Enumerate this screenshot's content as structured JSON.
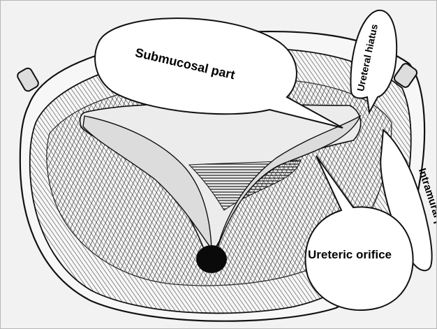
{
  "callouts": {
    "submucosal": "Submucosal part",
    "hiatus": "Ureteral hiatus",
    "intramural": "Intramural part",
    "orifice": "Ureteric orifice"
  },
  "colors": {
    "ink": "#111111",
    "paper": "#f2f2f2",
    "fill_white": "#ffffff",
    "muscle_light": "#e9e9e9",
    "orifice_dark": "#0a0a0a"
  },
  "icons": [
    "anatomical-drawing-bladder-trigone"
  ]
}
